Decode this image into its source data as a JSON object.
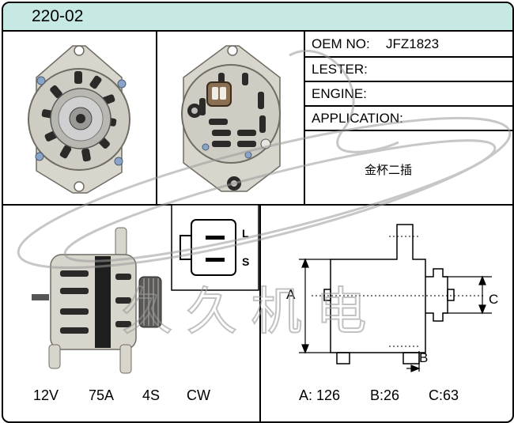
{
  "header": {
    "code": "220-02"
  },
  "specs": {
    "oem_label": "OEM NO:",
    "oem_value": "JFZ1823",
    "lester_label": "LESTER:",
    "engine_label": "ENGINE:",
    "application_label": "APPLICATION:",
    "note": "金杯二插"
  },
  "plug": {
    "pin_top": "L",
    "pin_bottom": "S"
  },
  "electrical": {
    "voltage": "12V",
    "current": "75A",
    "pulley": "4S",
    "rotation": "CW"
  },
  "dimensions": {
    "label_a": "A",
    "label_b": "B",
    "label_c": "C",
    "a_text": "A: 126",
    "b_text": "B:26",
    "c_text": "C:63"
  },
  "watermark": {
    "text": "久 久 机 电"
  },
  "colors": {
    "header_bg": "#c6e9e3",
    "housing": "#d8d5cc",
    "housing_dark": "#6f6c64",
    "line": "#000000"
  }
}
